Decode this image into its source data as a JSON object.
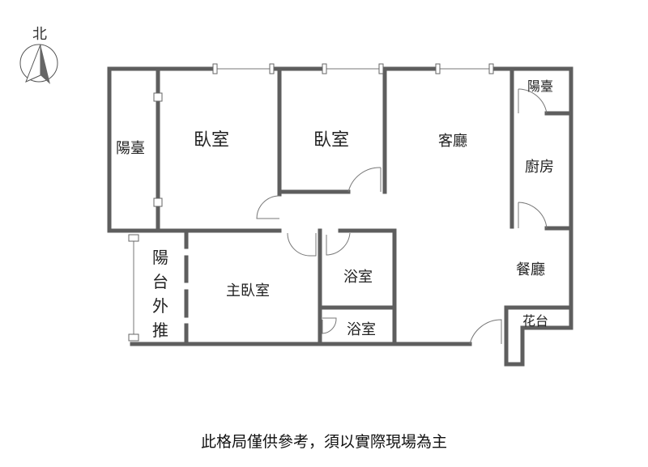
{
  "compass": {
    "label": "北"
  },
  "rooms": {
    "balcony_west": "陽臺",
    "bedroom_1": "臥室",
    "bedroom_2": "臥室",
    "living_room": "客廳",
    "balcony_east": "陽臺",
    "kitchen": "廚房",
    "balcony_outward": "陽台外推",
    "master_bedroom": "主臥室",
    "bathroom_1": "浴室",
    "bathroom_2": "浴室",
    "dining_room": "餐廳",
    "flower_bed": "花台"
  },
  "caption": "此格局僅供參考，須以實際現場為主",
  "colors": {
    "wall": "#5e5e5e"
  }
}
